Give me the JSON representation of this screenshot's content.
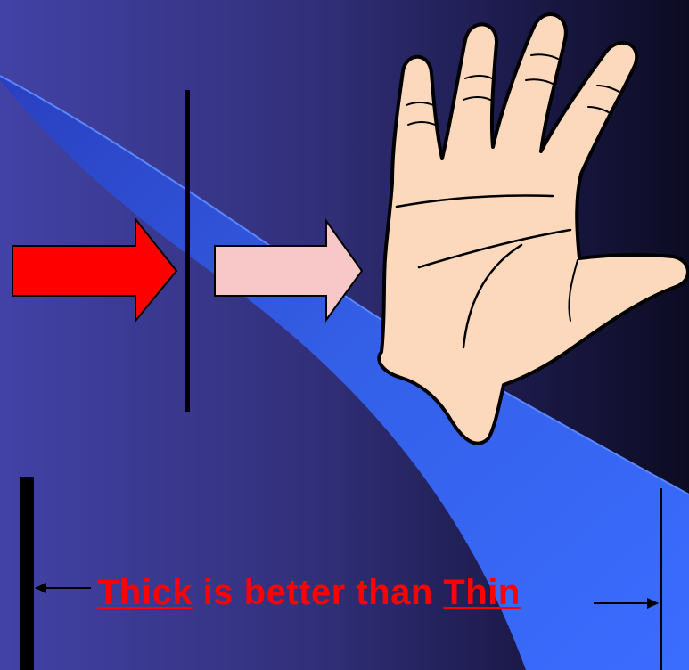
{
  "caption": {
    "word_thick": "Thick",
    "middle_text": " is better than ",
    "word_thin": "Thin"
  },
  "colors": {
    "background_left": "#4242a6",
    "background_right": "#0c0b22",
    "swoosh": "#3a66f0",
    "red_arrow": "#ff0000",
    "pink_arrow": "#f8c8c8",
    "caption_text": "#ff0000",
    "skin": "#fcd9bd"
  },
  "icons": {
    "incoming_arrow": "red-right-arrow",
    "outgoing_arrow": "pink-right-arrow",
    "hand": "raised-open-hand"
  }
}
